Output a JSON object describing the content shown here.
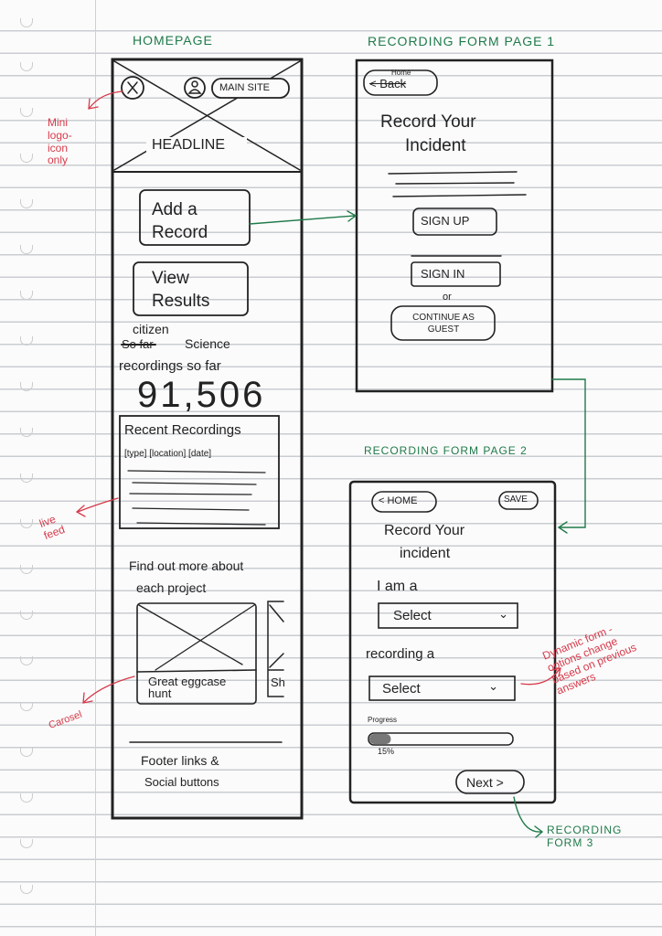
{
  "titles": {
    "homepage": "HOMEPAGE",
    "form1": "RECORDING FORM PAGE 1",
    "form2": "RECORDING FORM PAGE 2",
    "form3": "RECORDING FORM 3"
  },
  "homepage": {
    "main_site": "MAIN SITE",
    "headline": "HEADLINE",
    "add_record": "Add a Record",
    "view_results": "View Results",
    "citizen": "citizen",
    "struck": "So far",
    "science": "Science",
    "recordings_so_far": "recordings so far",
    "count": "91,506",
    "recent_title": "Recent Recordings",
    "recent_columns": "[type] [location] [date]",
    "find_out": "Find out more about",
    "each_project": "each project",
    "card_caption": "Great eggcase hunt",
    "card2_caption": "Sh",
    "footer1": "Footer links &",
    "footer2": "Social buttons"
  },
  "form1": {
    "home_label": "Home",
    "back": "< Back",
    "title1": "Record Your",
    "title2": "Incident",
    "sign_up": "SIGN UP",
    "sign_in": "SIGN IN",
    "or": "or",
    "guest": "CONTINUE AS GUEST"
  },
  "form2": {
    "home": "< HOME",
    "save": "SAVE",
    "title1": "Record Your",
    "title2": "incident",
    "i_am_a": "I am a",
    "select1": "Select",
    "recording_a": "recording a",
    "select2": "Select",
    "progress_label": "Progress",
    "progress": 15,
    "progress_text": "15%",
    "next": "Next >"
  },
  "annotations": {
    "logo": "Mini logo-icon only",
    "live_feed": "live feed",
    "carousel": "Carosel",
    "dynamic": "Dynamic form - options change based on previous answers"
  },
  "colors": {
    "ink": "#222222",
    "green": "#1f7a4a",
    "red": "#d63a4a"
  }
}
